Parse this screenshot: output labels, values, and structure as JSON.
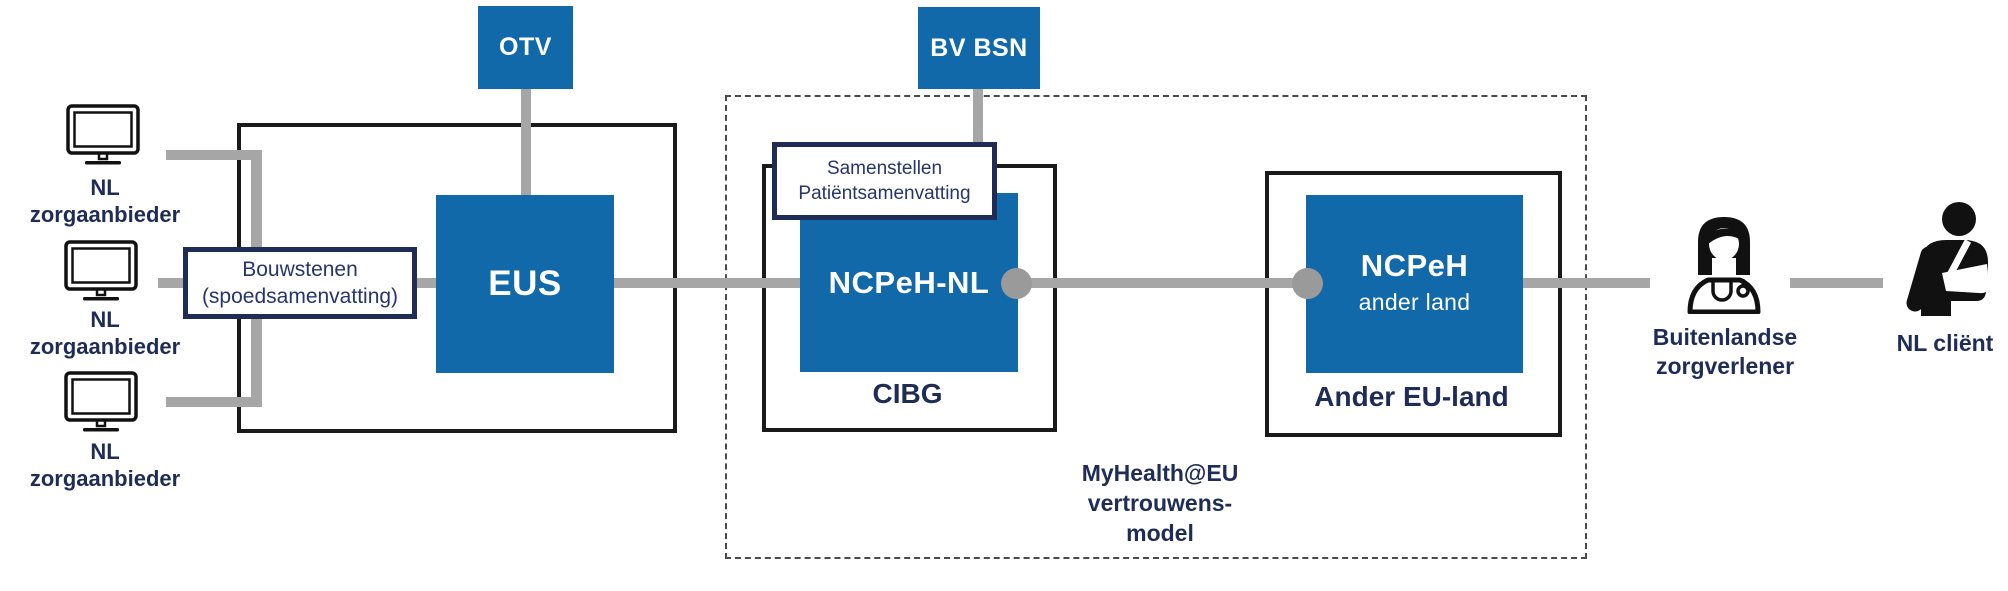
{
  "colors": {
    "node_blue": "#1169a9",
    "navy_text": "#1f2c55",
    "connector_gray": "#a6a6a6",
    "outline_black": "#1a1a1a"
  },
  "providers": [
    {
      "l1": "NL",
      "l2": "zorgaanbieder"
    },
    {
      "l1": "NL",
      "l2": "zorgaanbieder"
    },
    {
      "l1": "NL",
      "l2": "zorgaanbieder"
    }
  ],
  "nodes": {
    "otv": "OTV",
    "bv_bsn": "BV BSN",
    "eus": "EUS",
    "ncpeh_nl": "NCPeH-NL",
    "cibg": "CIBG",
    "ncpeh_other_l1": "NCPeH",
    "ncpeh_other_l2": "ander land",
    "ander_eu_land": "Ander EU-land"
  },
  "labels": {
    "bouwstenen_l1": "Bouwstenen",
    "bouwstenen_l2": "(spoedsamenvatting)",
    "samenstellen_l1": "Samenstellen",
    "samenstellen_l2": "Patiëntsamenvatting",
    "trust_l1": "MyHealth@EU",
    "trust_l2": "vertrouwens-",
    "trust_l3": "model",
    "foreign_l1": "Buitenlandse",
    "foreign_l2": "zorgverlener",
    "client": "NL cliënt"
  },
  "icons": {
    "provider": "monitor-icon",
    "foreign_provider": "female-doctor-icon",
    "client": "injured-person-icon"
  }
}
